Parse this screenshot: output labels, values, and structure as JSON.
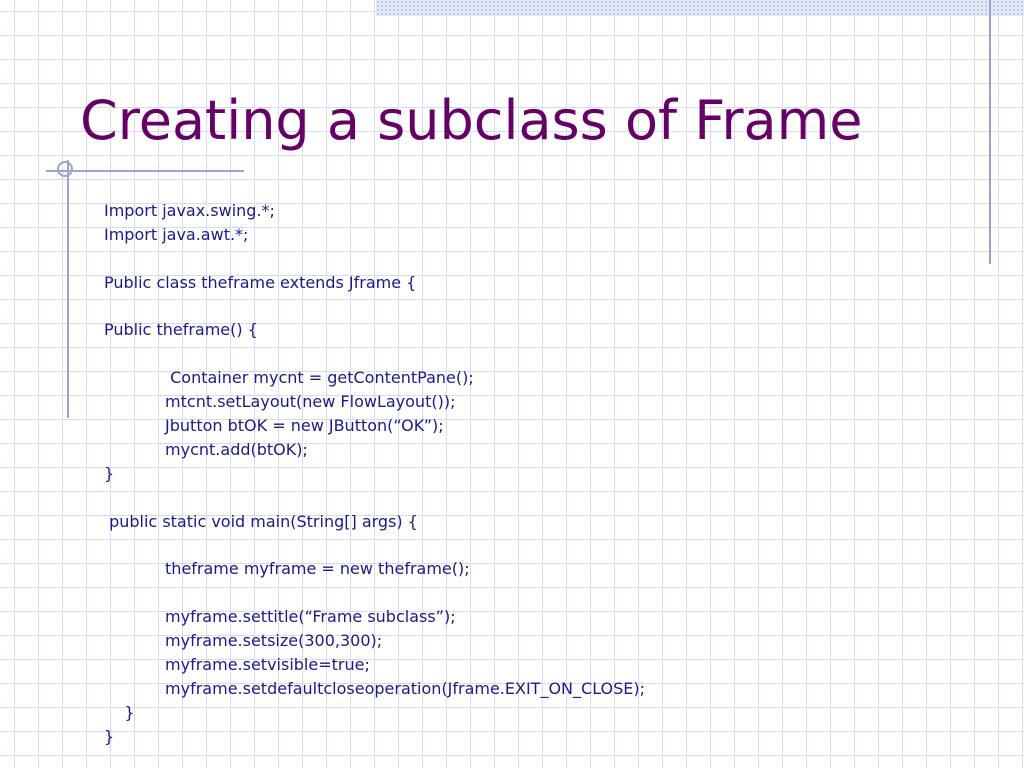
{
  "slide": {
    "title": "Creating a subclass of Frame",
    "lines": [
      "Import javax.swing.*;",
      "Import java.awt.*;",
      "",
      "Public class theframe extends Jframe {",
      "",
      "Public theframe() {",
      "",
      "             Container mycnt = getContentPane();",
      "            mtcnt.setLayout(new FlowLayout());",
      "            Jbutton btOK = new JButton(“OK”);",
      "            mycnt.add(btOK);",
      "}",
      "",
      " public static void main(String[] args) {",
      "",
      "            theframe myframe = new theframe();",
      "",
      "            myframe.settitle(“Frame subclass”);",
      "            myframe.setsize(300,300);",
      "            myframe.setvisible=true;",
      "            myframe.setdefaultcloseoperation(Jframe.EXIT_ON_CLOSE);",
      "    }",
      "}"
    ]
  },
  "colors": {
    "title": "#660066",
    "body_text": "#1a1a8c",
    "grid": "#d6dcee",
    "accent_lines": "#98a4d2"
  }
}
